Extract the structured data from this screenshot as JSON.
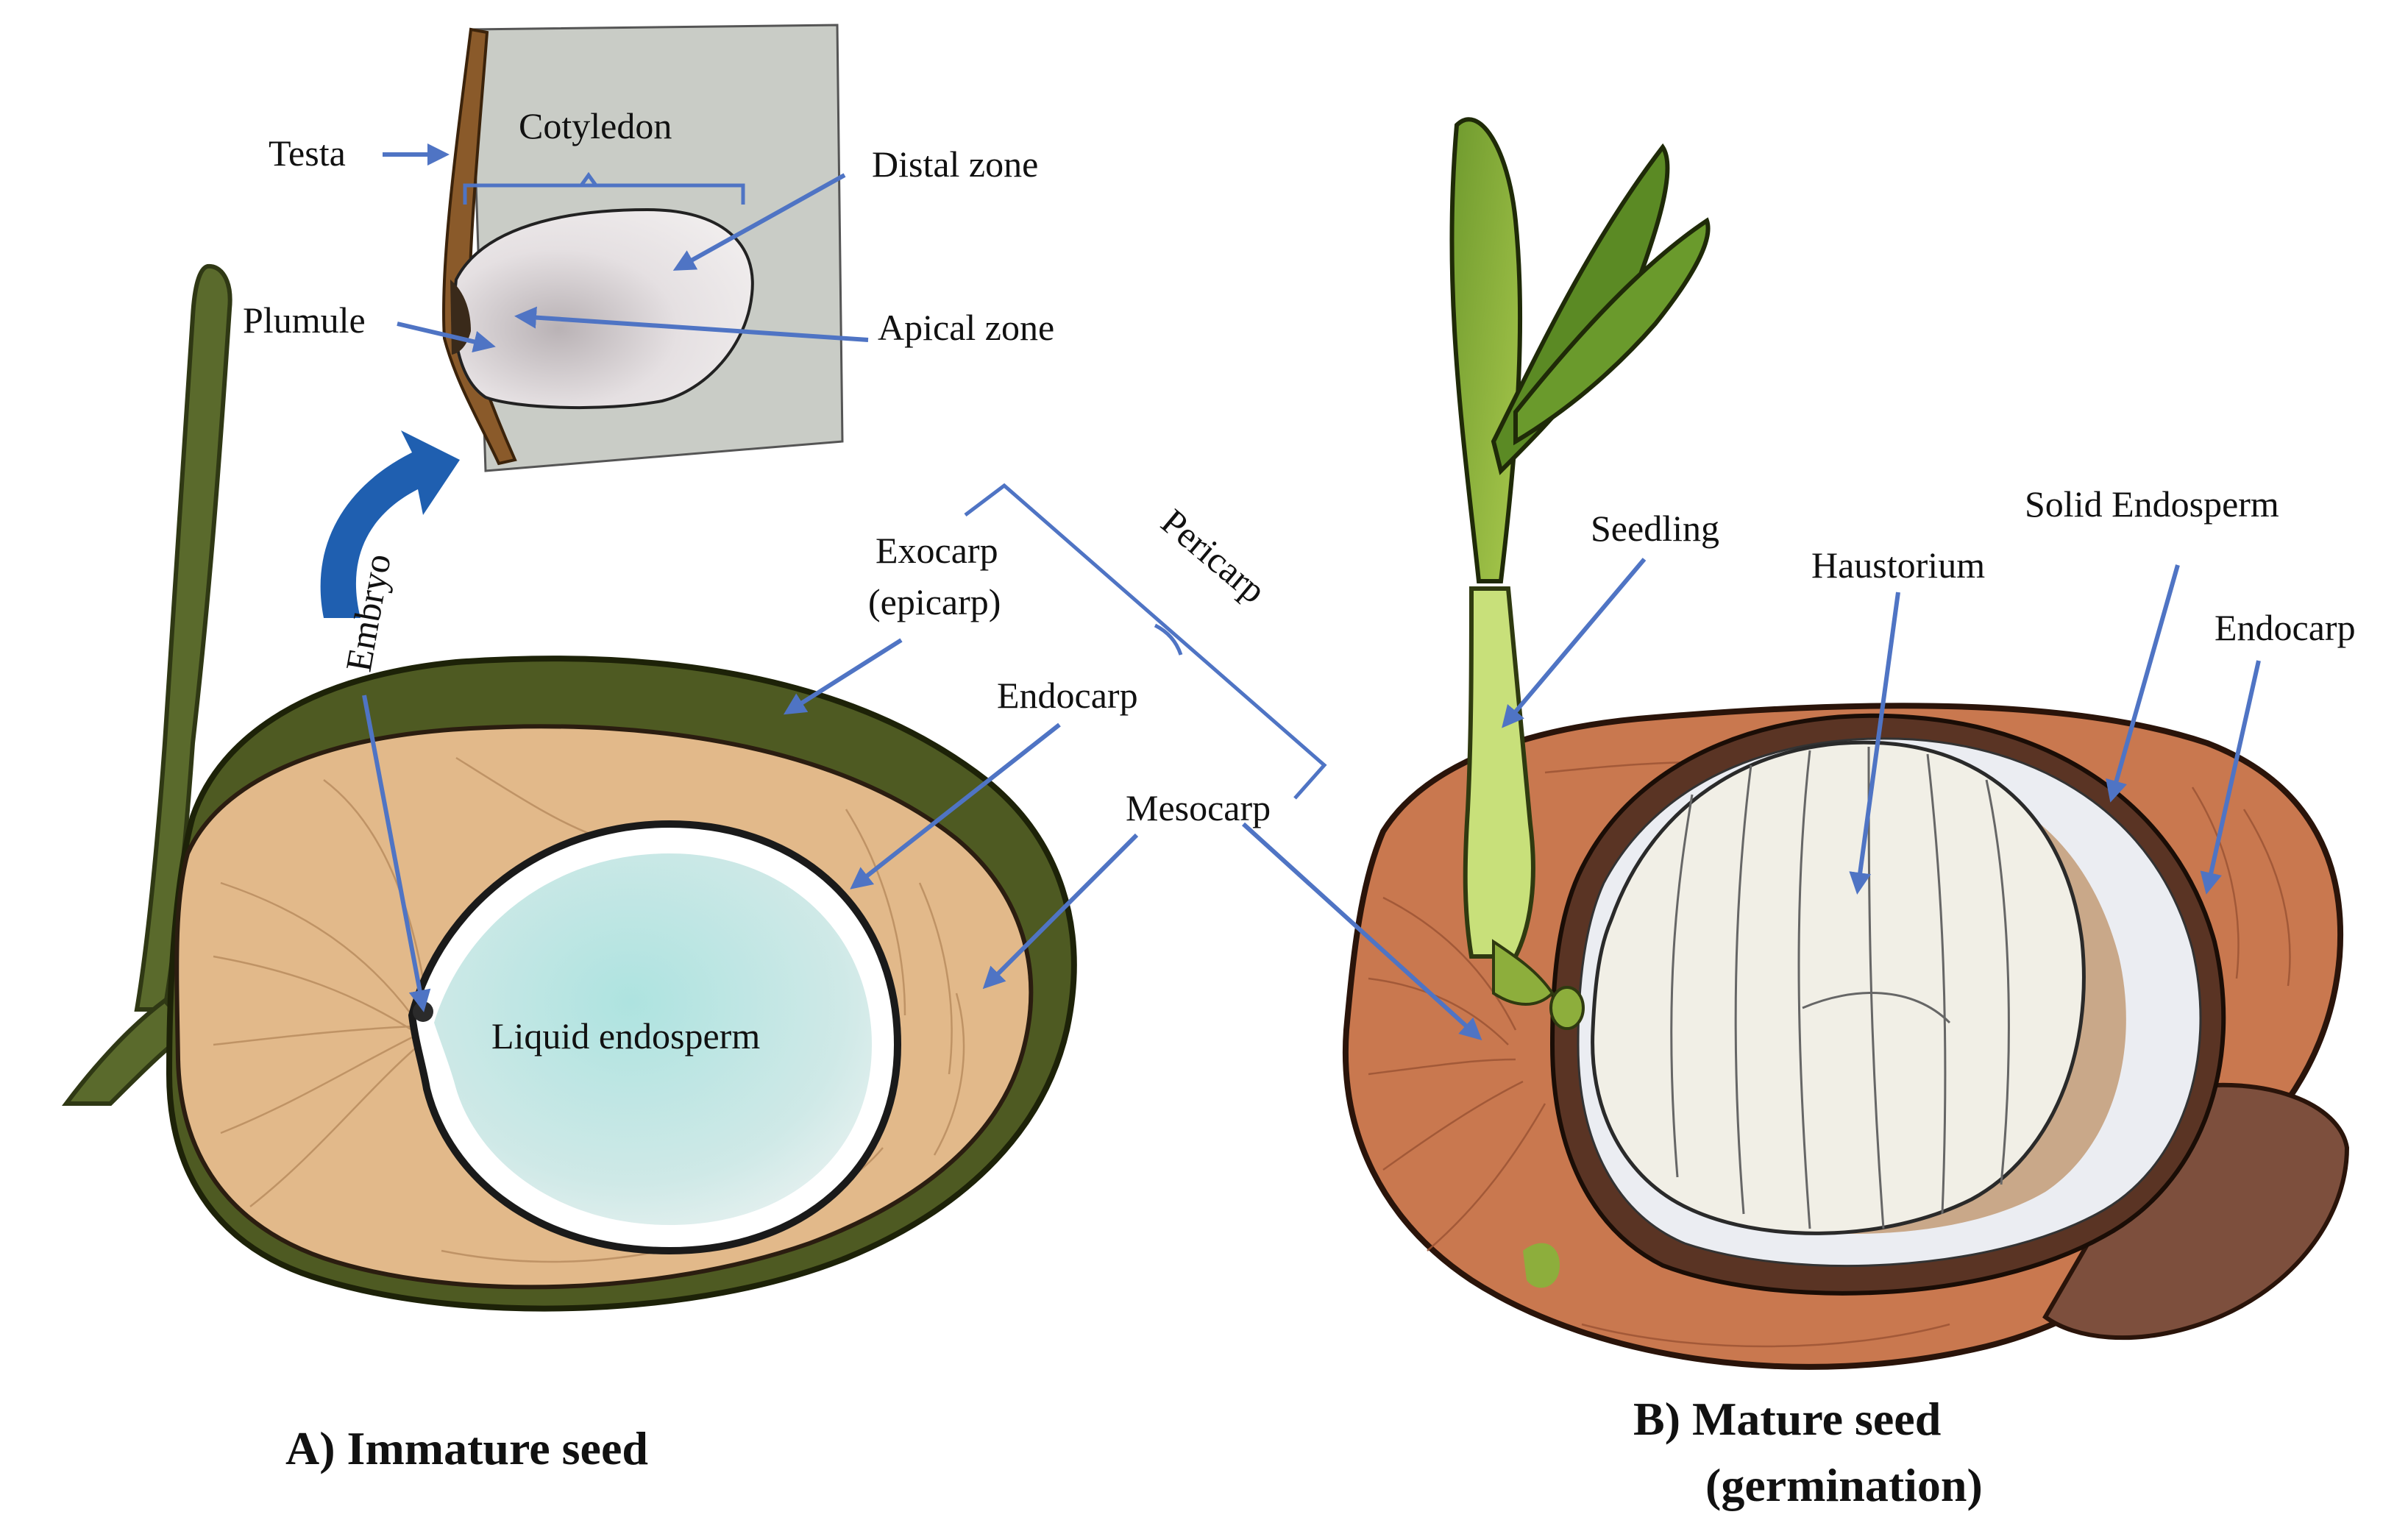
{
  "labels": {
    "testa": "Testa",
    "cotyledon": "Cotyledon",
    "distal_zone": "Distal zone",
    "plumule": "Plumule",
    "apical_zone": "Apical zone",
    "embryo": "Embryo",
    "exocarp_line1": "Exocarp",
    "exocarp_line2": "(epicarp)",
    "pericarp": "Pericarp",
    "endocarp_a": "Endocarp",
    "mesocarp": "Mesocarp",
    "liquid_endosperm": "Liquid endosperm",
    "seedling": "Seedling",
    "haustorium": "Haustorium",
    "solid_endosperm": "Solid Endosperm",
    "endocarp_b": "Endocarp"
  },
  "captions": {
    "a": "A) Immature seed",
    "b_line1": "B)  Mature seed",
    "b_line2": "(germination)"
  },
  "colors": {
    "arrow": "#4f74c4",
    "husk_immature": "#e2b98a",
    "exocarp_green": "#4e5a22",
    "husk_mature": "#c9784f",
    "liquid": "#c5e8e6",
    "solid_endosperm": "#f1efe6",
    "inset_bg": "#c9ccc6"
  }
}
